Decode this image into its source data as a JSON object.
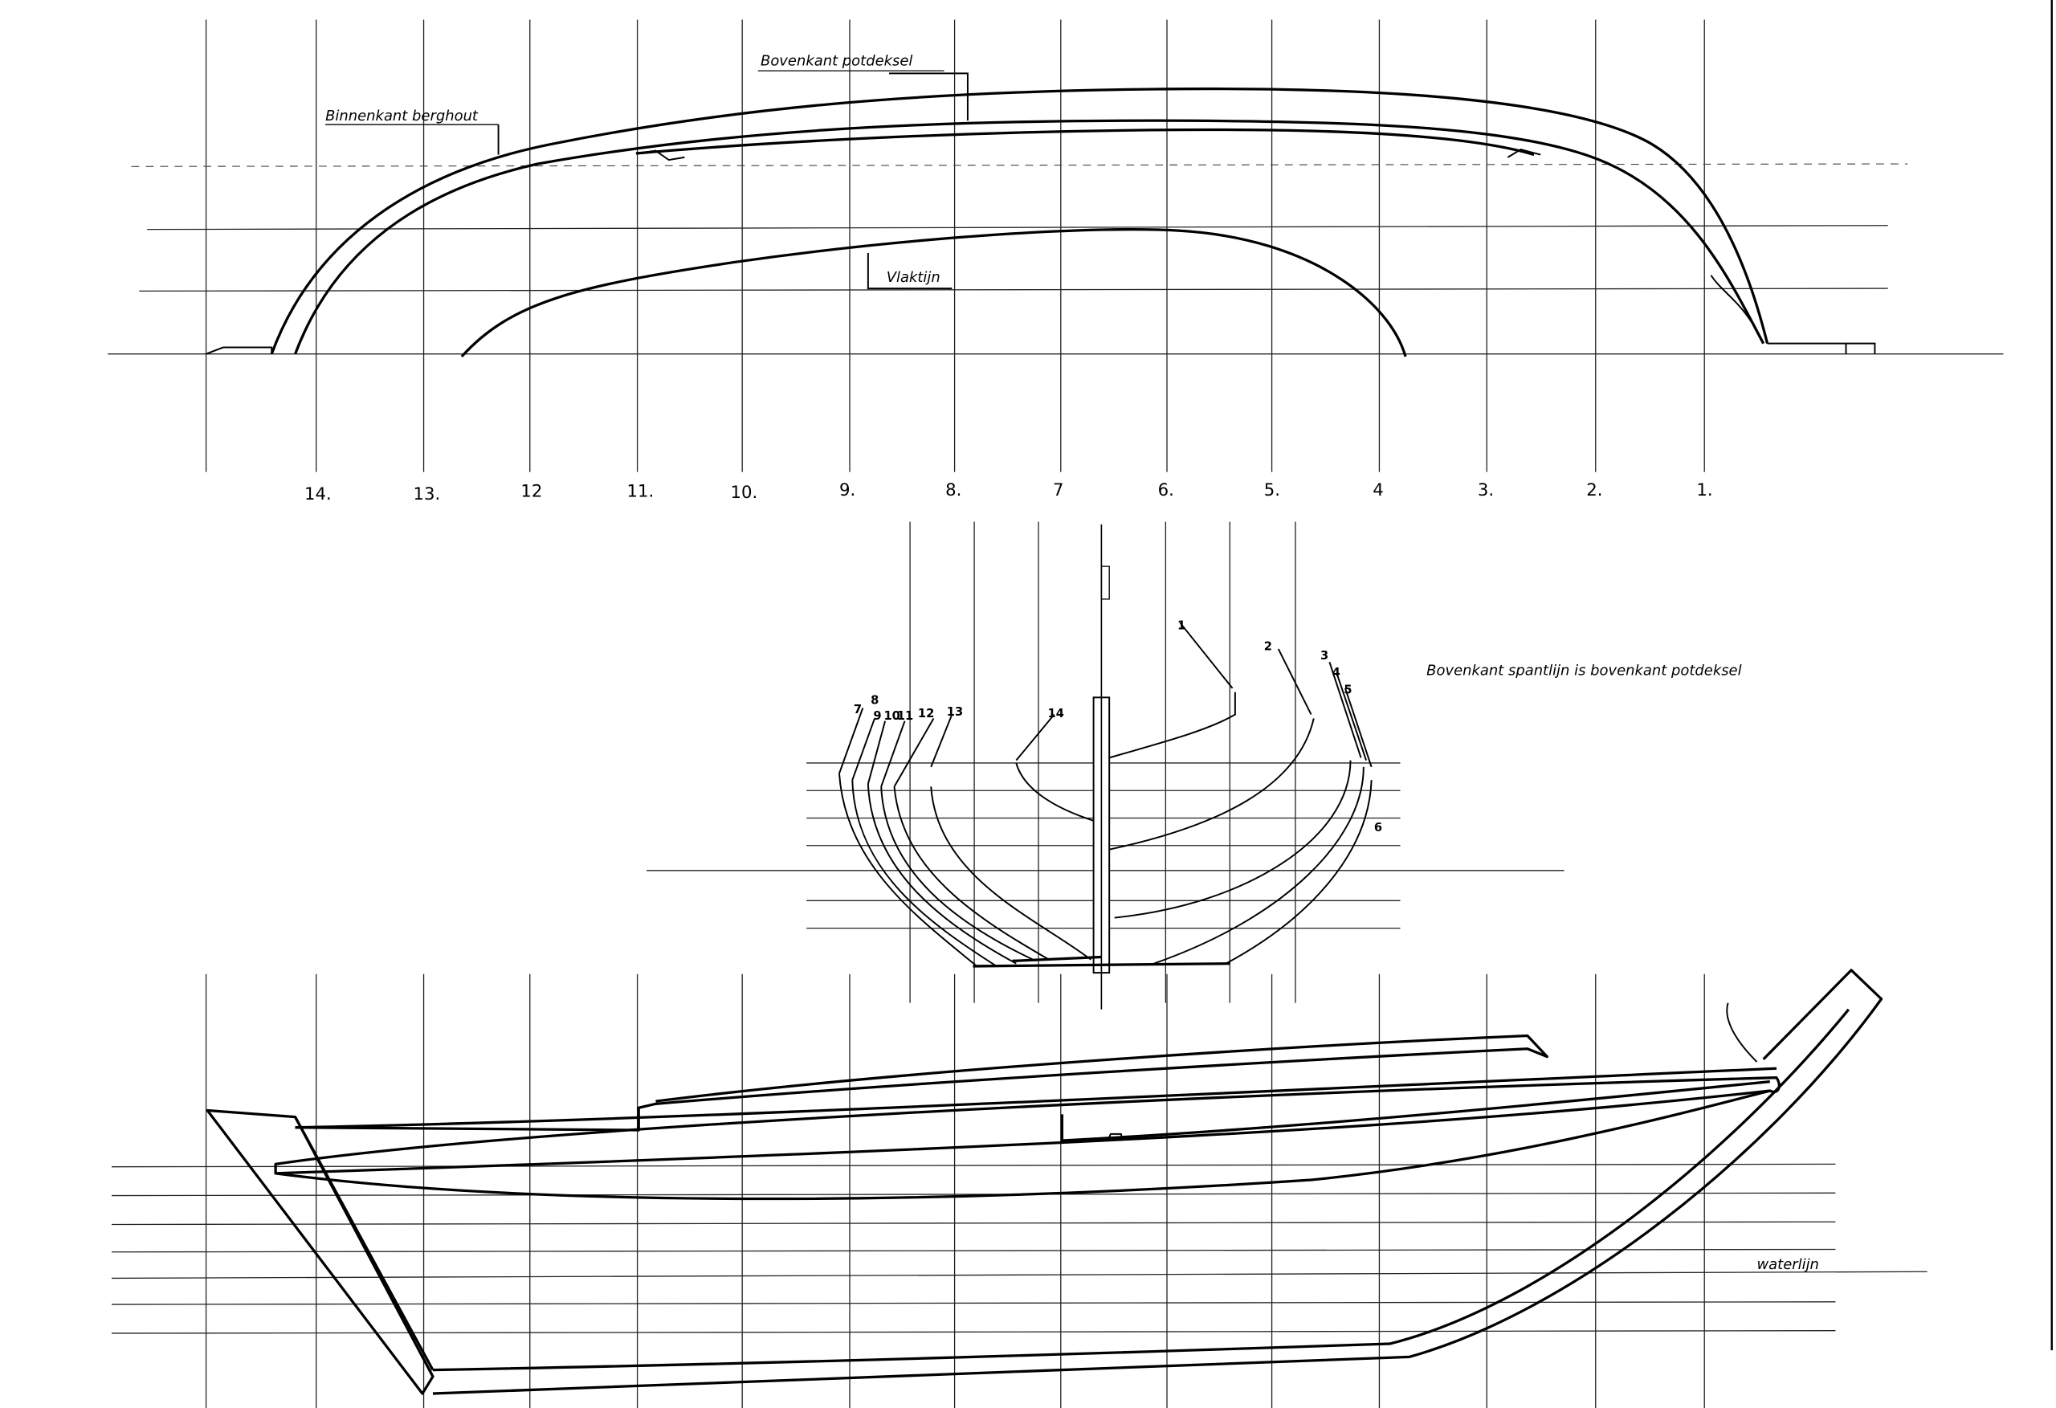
{
  "profile": {
    "labels": {
      "sheer": "Bovenkant potdeksel",
      "rubbing_strake": "Binnenkant berghout",
      "flat_line": "Vlaktijn"
    },
    "stations": [
      "14.",
      "13.",
      "12",
      "11.",
      "10.",
      "9.",
      "8.",
      "7",
      "6.",
      "5.",
      "4",
      "3.",
      "2.",
      "1."
    ]
  },
  "body_plan": {
    "note": "Bovenkant spantlijn is bovenkant potdeksel",
    "section_numbers": [
      "1",
      "2",
      "3",
      "4",
      "5",
      "6",
      "7",
      "8",
      "9",
      "10",
      "11",
      "12",
      "13",
      "14"
    ]
  },
  "half_breadth": {
    "waterline_label": "waterlijn"
  }
}
